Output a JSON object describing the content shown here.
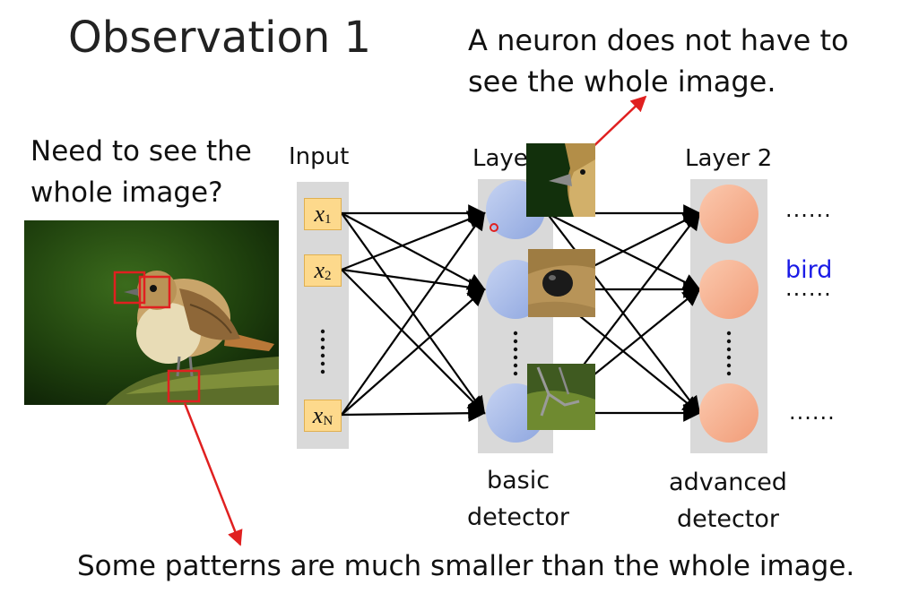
{
  "title": "Observation 1",
  "callout": {
    "line1": "A neuron does not have to",
    "line2": "see the whole image."
  },
  "question": {
    "line1": "Need to see the",
    "line2": "whole image?"
  },
  "bottom_text": "Some patterns are much smaller than the whole image.",
  "columns": {
    "input": "Input",
    "layer1": "Laye",
    "layer2": "Layer 2"
  },
  "inputs": [
    {
      "symbol": "x",
      "sub": "1"
    },
    {
      "symbol": "x",
      "sub": "2"
    },
    {
      "symbol": "x",
      "sub": "N"
    }
  ],
  "ellipsis": "......",
  "captions": {
    "basic_line1": "basic",
    "basic_line2": "detector",
    "advanced_line1": "advanced",
    "advanced_line2": "detector"
  },
  "bird_label": "bird",
  "colors": {
    "input_fill": "#fdd98c",
    "layer1_fill": "#a9bce8",
    "layer2_fill": "#f7b393",
    "column_bg": "#d9d9d9",
    "arrow_red": "#e02020",
    "bird_label": "#1a1ae6"
  }
}
